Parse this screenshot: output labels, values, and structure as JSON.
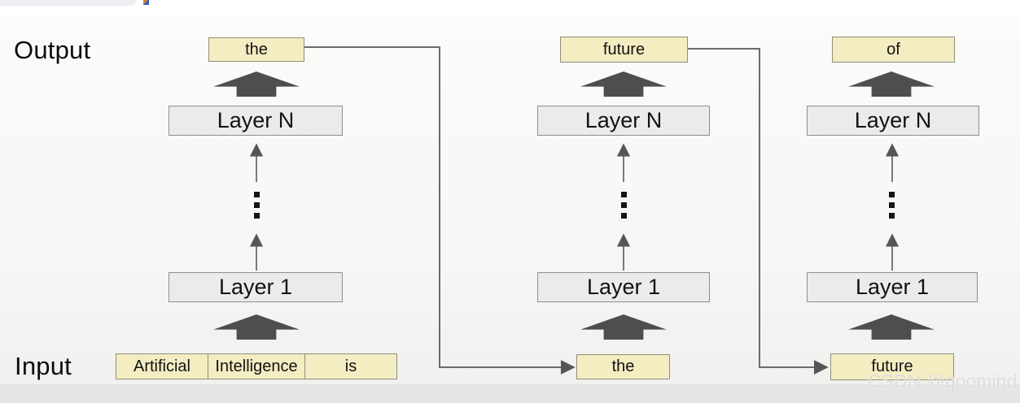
{
  "labels": {
    "output": "Output",
    "input": "Input"
  },
  "columns": [
    {
      "output": "the",
      "layer_top": "Layer N",
      "layer_bottom": "Layer 1",
      "inputs": [
        "Artificial",
        "Intelligence",
        "is"
      ]
    },
    {
      "output": "future",
      "layer_top": "Layer N",
      "layer_bottom": "Layer 1",
      "inputs": [
        "the"
      ]
    },
    {
      "output": "of",
      "layer_top": "Layer N",
      "layer_bottom": "Layer 1",
      "inputs": [
        "future"
      ]
    }
  ],
  "watermark": "CSDN @goomind",
  "colors": {
    "token_box_fill": "#f4edc2",
    "token_box_border": "#8f8f7a",
    "layer_box_fill": "#ebebe9",
    "layer_box_border": "#8e8e8e",
    "block_arrow": "#4e4e4c",
    "connector": "#6b6b6b",
    "watermark_text": "#dbdbd9"
  }
}
